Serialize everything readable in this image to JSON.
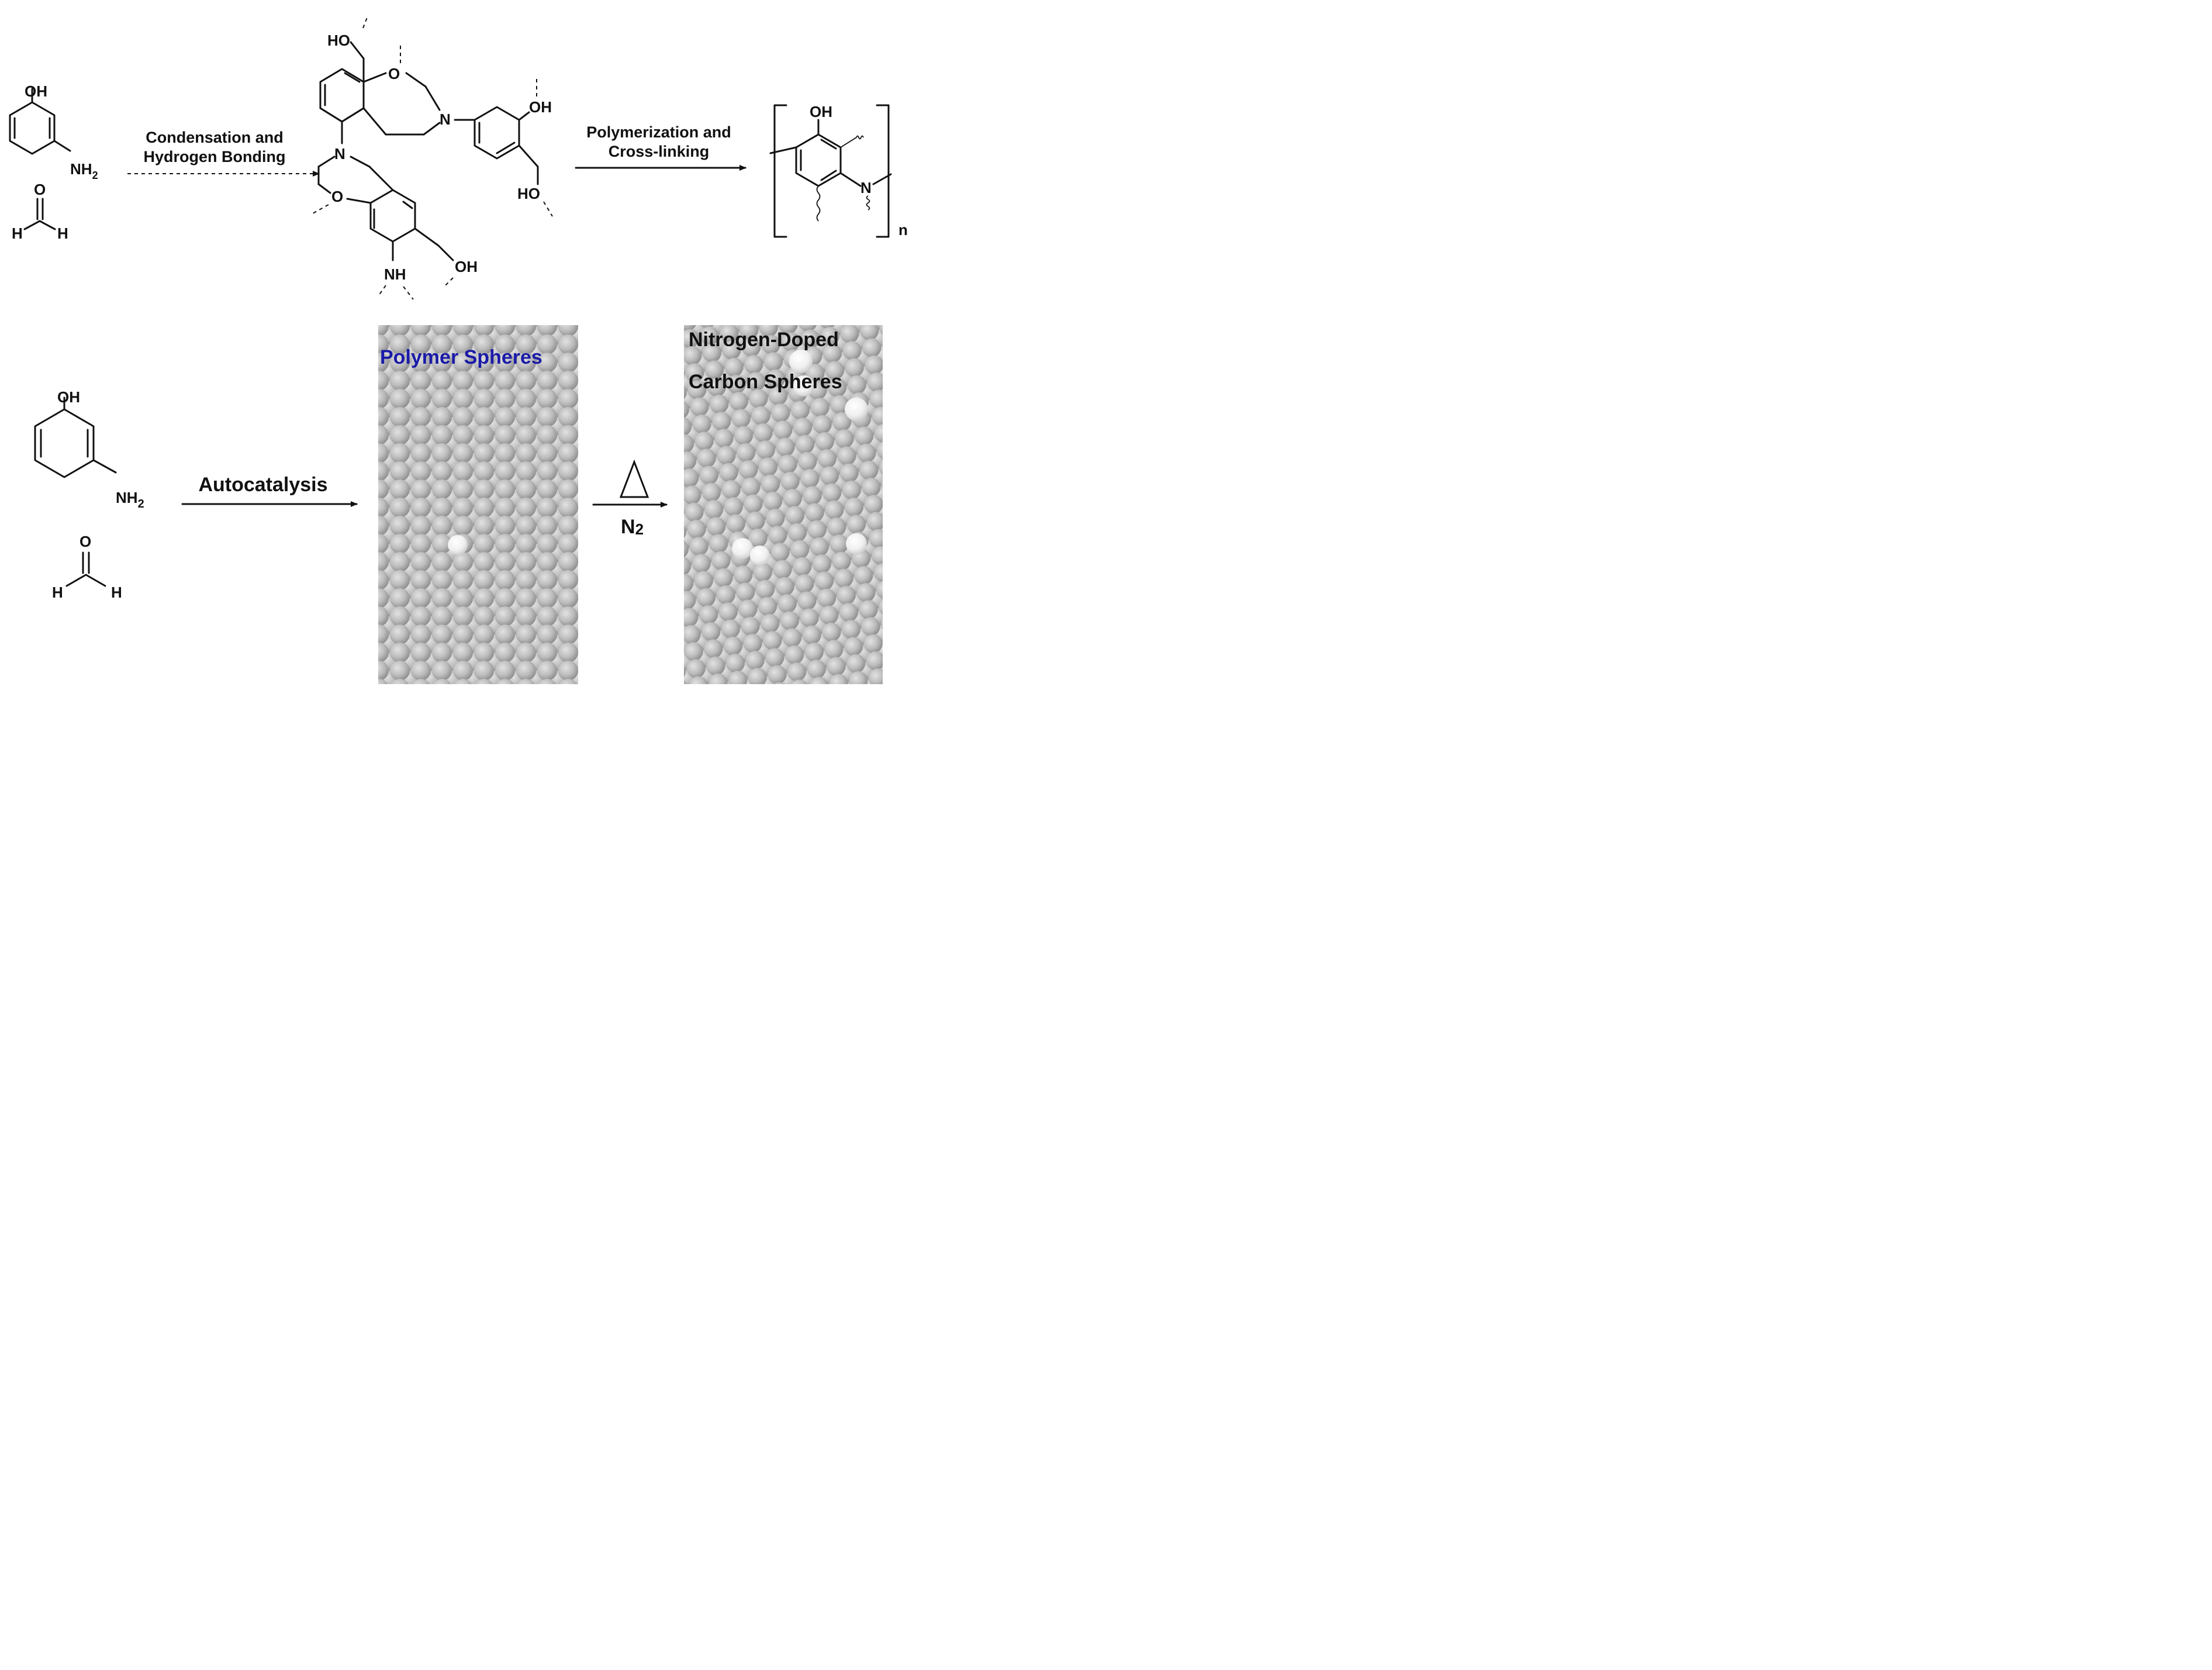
{
  "reactants": {
    "phenol_oh": "OH",
    "amine": "NH",
    "amine_sub": "2",
    "aldehyde_o": "O",
    "aldehyde_h": "H"
  },
  "step1": {
    "line1": "Condensation and",
    "line2": "Hydrogen Bonding"
  },
  "intermediate": {
    "ho_top": "HO",
    "o_ring": "O",
    "n_ring": "N",
    "oh_right": "OH",
    "ho_bottom_right": "HO",
    "o_lower": "O",
    "oh_lower": "OH",
    "nh_lower": "NH"
  },
  "step2": {
    "line1": "Polymerization and",
    "line2": "Cross-linking"
  },
  "polymer": {
    "oh": "OH",
    "n": "N",
    "repeat": "n"
  },
  "step3": {
    "label": "Autocatalysis",
    "color": "#1aa3df"
  },
  "sem1": {
    "label": "Polymer Spheres",
    "label_color": "#1a1aa8"
  },
  "step4": {
    "symbol": "Δ",
    "gas": "N",
    "gas_sub": "2",
    "color": "#1aa3df"
  },
  "sem2": {
    "label_line1": "Nitrogen-Doped",
    "label_line2": "Carbon Spheres",
    "label_color": "#111111"
  }
}
